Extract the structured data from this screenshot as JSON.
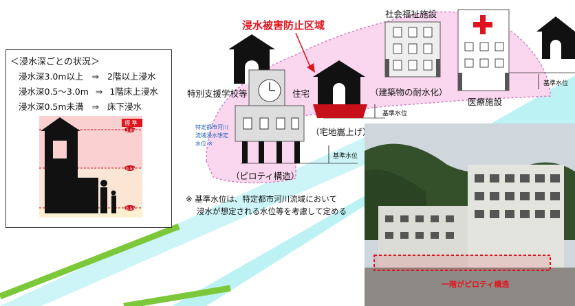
{
  "title_zone": "浸水被害防止区域",
  "labels": {
    "social_welfare": "社会福祉施設",
    "special_school": "特別支援学校等",
    "house": "住宅",
    "hospital": "医療施設",
    "waterproofing": "（建築物の耐水化）",
    "raise_ground": "（宅地嵩上げ）",
    "piloti": "（ピロティ構造）",
    "ref_level_a": "基準水位",
    "ref_level_b": "基準水位",
    "ref_level_c": "基準水位",
    "river_note_1": "特定都市河川",
    "river_note_2": "流域浸水想定",
    "river_note_3": "水位 ※"
  },
  "legend": {
    "title": "＜浸水深ごとの状況＞",
    "rows": [
      {
        "depth": "浸水深3.0m以上",
        "arrow": "⇒",
        "result": "2階以上浸水"
      },
      {
        "depth": "浸水深0.5～3.0m",
        "arrow": "⇒",
        "result": "1階床上浸水"
      },
      {
        "depth": "浸水深0.5m未満",
        "arrow": "⇒",
        "result": "床下浸水"
      }
    ],
    "badge": "標 準",
    "marks": [
      "3.0m",
      "0.5m",
      "0.5m"
    ]
  },
  "footnote": {
    "line1": "※ 基準水位は、特定都市河川流域において",
    "line2": "浸水が想定される水位等を考慮して定める"
  },
  "photo_caption": "一階がピロティ構造",
  "colors": {
    "zone_fill": "#fbd7ef",
    "zone_border": "#d07cc0",
    "water": "#bdf2f5",
    "title_red": "#e0141e",
    "green": "#7cc83a",
    "raised_base": "#c8101a"
  }
}
